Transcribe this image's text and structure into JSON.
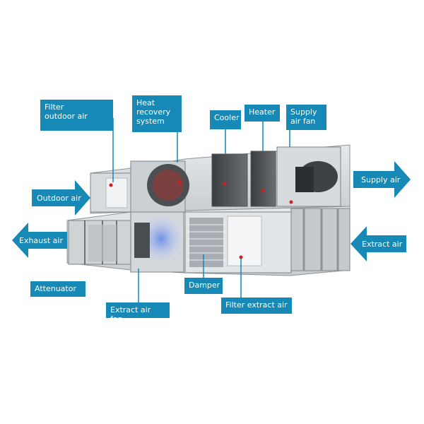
{
  "colors": {
    "label_bg": "#1689b6",
    "label_text": "#ffffff",
    "unit_frame": "#9ea3a8",
    "unit_panel": "#d9dcdf"
  },
  "labels": {
    "filter_outdoor_air": "Filter\noutdoor air",
    "heat_recovery_system": "Heat\nrecovery\nsystem",
    "cooler": "Cooler",
    "heater": "Heater",
    "supply_air_fan": "Supply\nair fan",
    "outdoor_air": "Outdoor air",
    "supply_air": "Supply air",
    "exhaust_air": "Exhaust air",
    "extract_air": "Extract air",
    "attenuator": "Attenuator",
    "damper": "Damper",
    "extract_air_fan": "Extract air fan",
    "filter_extract_air": "Filter extract air"
  },
  "icons": {
    "arrow_in": "arrow-right-icon",
    "arrow_out": "arrow-left-icon"
  }
}
